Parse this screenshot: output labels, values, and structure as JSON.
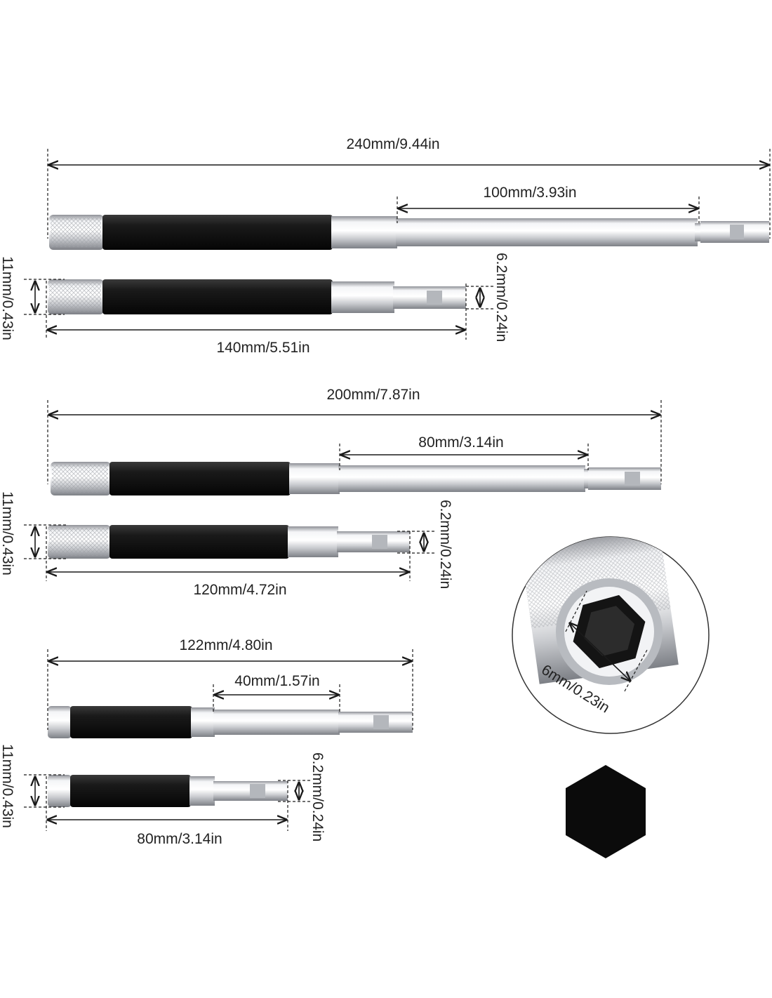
{
  "diagram": {
    "colors": {
      "dimension_line": "#1a1a1a",
      "grip": "#111111",
      "chrome": "#d9dadc",
      "hex": "#0b0b0b"
    },
    "set_1": {
      "extended_total": "240mm/9.44in",
      "extended_shaft": "100mm/3.93in",
      "collapsed_total": "140mm/5.51in",
      "hex_shank": "6.2mm/0.24in",
      "sleeve_diameter": "11mm/0.43in"
    },
    "set_2": {
      "extended_total": "200mm/7.87in",
      "extended_shaft": "80mm/3.14in",
      "collapsed_total": "120mm/4.72in",
      "hex_shank": "6.2mm/0.24in",
      "sleeve_diameter": "11mm/0.43in"
    },
    "set_3": {
      "extended_total": "122mm/4.80in",
      "extended_shaft": "40mm/1.57in",
      "collapsed_total": "80mm/3.14in",
      "hex_shank": "6.2mm/0.24in",
      "sleeve_diameter": "11mm/0.43in"
    },
    "detail": {
      "socket_size": "6mm/0.23in",
      "hex_shape_icon": "hexagon-icon"
    }
  }
}
